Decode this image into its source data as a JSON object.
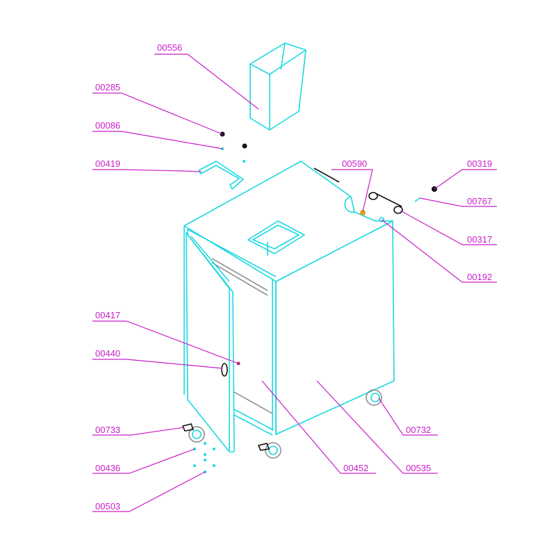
{
  "diagram": {
    "type": "exploded parts diagram",
    "colors": {
      "parts": "#19d9e0",
      "callouts": "#c81ec8",
      "hardware": "#111111",
      "highlight": "#e0a020"
    },
    "callouts": [
      {
        "id": "00556"
      },
      {
        "id": "00285"
      },
      {
        "id": "00086"
      },
      {
        "id": "00419"
      },
      {
        "id": "00590"
      },
      {
        "id": "00319"
      },
      {
        "id": "00767"
      },
      {
        "id": "00317"
      },
      {
        "id": "00192"
      },
      {
        "id": "00417"
      },
      {
        "id": "00440"
      },
      {
        "id": "00733"
      },
      {
        "id": "00436"
      },
      {
        "id": "00503"
      },
      {
        "id": "00452"
      },
      {
        "id": "00535"
      },
      {
        "id": "00732"
      }
    ]
  }
}
